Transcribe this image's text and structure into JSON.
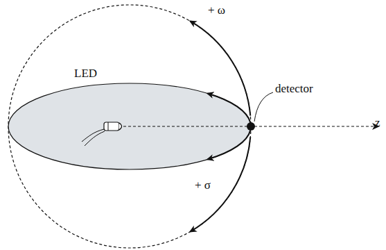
{
  "diagram": {
    "labels": [
      "+ ω",
      "LED",
      "detector",
      "z",
      "+ σ"
    ]
  }
}
